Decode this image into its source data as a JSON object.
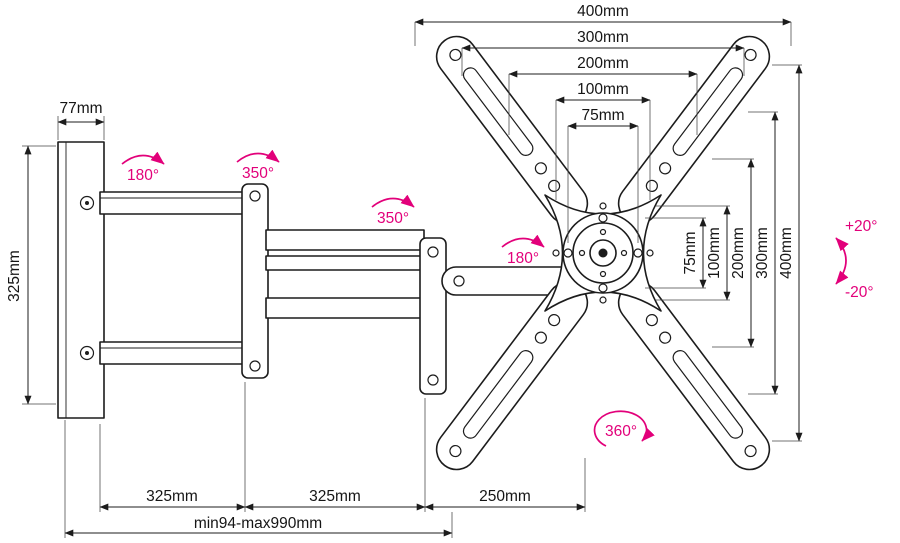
{
  "colors": {
    "accent": "#e2007a",
    "line": "#1c1c1c"
  },
  "dims": {
    "top": [
      "400mm",
      "300mm",
      "200mm",
      "100mm",
      "75mm"
    ],
    "right": [
      "75mm",
      "100mm",
      "200mm",
      "300mm",
      "400mm"
    ],
    "bottom_segments": [
      "325mm",
      "325mm",
      "250mm"
    ],
    "wall_plate_width": "77mm",
    "wall_plate_height": "325mm",
    "extension_range": "min94-max990mm"
  },
  "angles": {
    "wall_swivel": "180°",
    "elbow1_swivel": "350°",
    "elbow2_swivel": "350°",
    "head_swivel": "180°",
    "head_rotation": "360°",
    "tilt_up": "+20°",
    "tilt_down": "-20°"
  }
}
